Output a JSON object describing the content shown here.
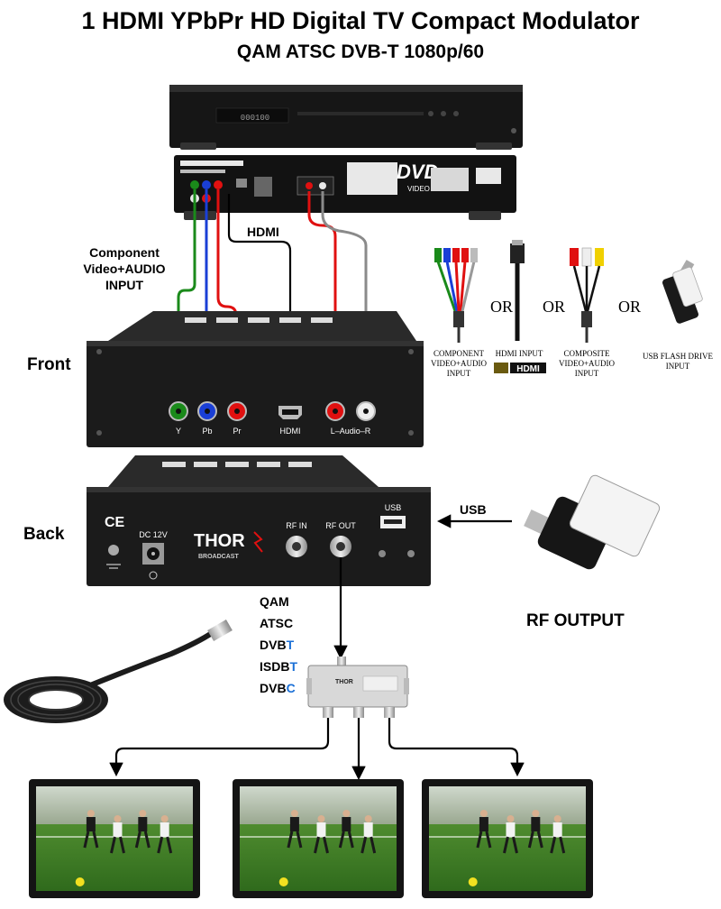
{
  "title": {
    "line1": "1 HDMI YPbPr HD Digital TV Compact Modulator",
    "line2": "QAM ATSC DVB-T 1080p/60"
  },
  "dvd_player": {
    "display": "000100",
    "logo": "DVD",
    "logo_sub": "VIDEO"
  },
  "input_label": {
    "line1": "Component",
    "line2": "Video+AUDIO",
    "line3": "INPUT"
  },
  "hdmi_cable_label": "HDMI",
  "front": {
    "label": "Front",
    "ports": [
      "Y",
      "Pb",
      "Pr",
      "HDMI",
      "L–Audio–R"
    ]
  },
  "back": {
    "label": "Back",
    "ce": "CE",
    "dc": "DC 12V",
    "brand": "THOR",
    "brand_sub": "BROADCAST",
    "rf_in": "RF IN",
    "rf_out": "RF OUT",
    "usb": "USB"
  },
  "usb_arrow_label": "USB",
  "input_options": {
    "or": "OR",
    "component": [
      "COMPONENT",
      "VIDEO+AUDIO",
      "INPUT"
    ],
    "hdmi": [
      "HDMI INPUT"
    ],
    "hdmi_logo": "HDMI",
    "composite": [
      "COMPOSITE",
      "VIDEO+AUDIO",
      "INPUT"
    ],
    "usb": [
      "USB FLASH DRIVE",
      "INPUT"
    ]
  },
  "rf_output_label": "RF OUTPUT",
  "standards": [
    {
      "base": "QAM",
      "suffix": ""
    },
    {
      "base": "ATSC",
      "suffix": ""
    },
    {
      "base": "DVB",
      "suffix": "T"
    },
    {
      "base": "ISDB",
      "suffix": "T"
    },
    {
      "base": "DVB",
      "suffix": "C"
    }
  ],
  "splitter": {
    "brand": "THOR"
  },
  "colors": {
    "green_cable": "#1a8a1a",
    "blue_cable": "#1a3fd6",
    "red_cable": "#e01010",
    "gray_cable": "#8a8a8a",
    "accent_blue": "#1a6fd6",
    "device_dark": "#1b1b1b"
  },
  "tv_count": 3
}
